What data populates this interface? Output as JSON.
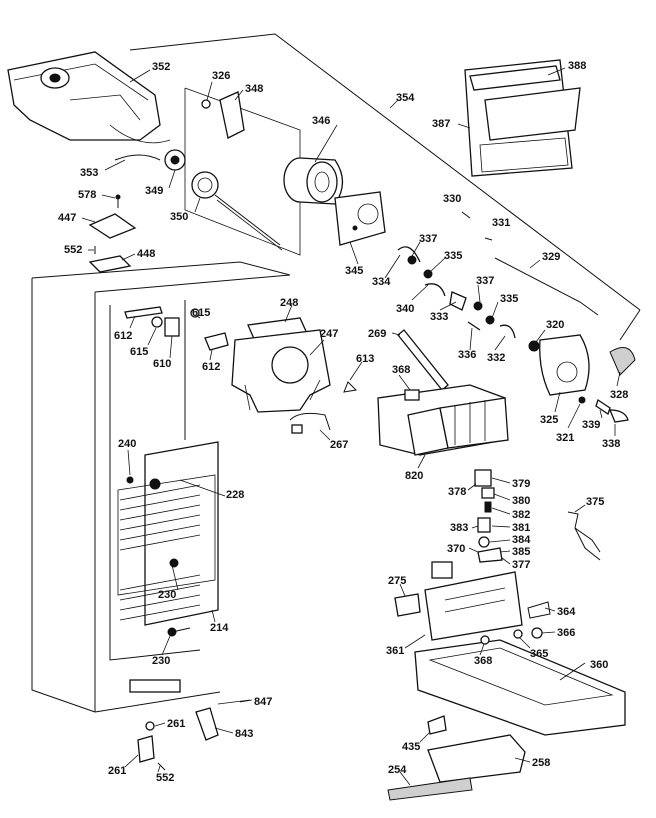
{
  "diagram": {
    "labels": [
      {
        "id": "352",
        "text": "352"
      },
      {
        "id": "326",
        "text": "326"
      },
      {
        "id": "348",
        "text": "348"
      },
      {
        "id": "346",
        "text": "346"
      },
      {
        "id": "354",
        "text": "354"
      },
      {
        "id": "388",
        "text": "388"
      },
      {
        "id": "387",
        "text": "387"
      },
      {
        "id": "353",
        "text": "353"
      },
      {
        "id": "349",
        "text": "349"
      },
      {
        "id": "350",
        "text": "350"
      },
      {
        "id": "578",
        "text": "578"
      },
      {
        "id": "447",
        "text": "447"
      },
      {
        "id": "552a",
        "text": "552"
      },
      {
        "id": "448",
        "text": "448"
      },
      {
        "id": "330",
        "text": "330"
      },
      {
        "id": "331",
        "text": "331"
      },
      {
        "id": "345",
        "text": "345"
      },
      {
        "id": "337a",
        "text": "337"
      },
      {
        "id": "335a",
        "text": "335"
      },
      {
        "id": "329",
        "text": "329"
      },
      {
        "id": "334",
        "text": "334"
      },
      {
        "id": "340",
        "text": "340"
      },
      {
        "id": "333",
        "text": "333"
      },
      {
        "id": "337b",
        "text": "337"
      },
      {
        "id": "335b",
        "text": "335"
      },
      {
        "id": "336",
        "text": "336"
      },
      {
        "id": "332",
        "text": "332"
      },
      {
        "id": "320",
        "text": "320"
      },
      {
        "id": "248",
        "text": "248"
      },
      {
        "id": "612a",
        "text": "612"
      },
      {
        "id": "615a",
        "text": "615"
      },
      {
        "id": "615b",
        "text": "615"
      },
      {
        "id": "610",
        "text": "610"
      },
      {
        "id": "612b",
        "text": "612"
      },
      {
        "id": "247",
        "text": "247"
      },
      {
        "id": "269",
        "text": "269"
      },
      {
        "id": "613",
        "text": "613"
      },
      {
        "id": "368a",
        "text": "368"
      },
      {
        "id": "328",
        "text": "328"
      },
      {
        "id": "325",
        "text": "325"
      },
      {
        "id": "321",
        "text": "321"
      },
      {
        "id": "339",
        "text": "339"
      },
      {
        "id": "338",
        "text": "338"
      },
      {
        "id": "267",
        "text": "267"
      },
      {
        "id": "240",
        "text": "240"
      },
      {
        "id": "228",
        "text": "228"
      },
      {
        "id": "820",
        "text": "820"
      },
      {
        "id": "378",
        "text": "378"
      },
      {
        "id": "379",
        "text": "379"
      },
      {
        "id": "380",
        "text": "380"
      },
      {
        "id": "382",
        "text": "382"
      },
      {
        "id": "375",
        "text": "375"
      },
      {
        "id": "383",
        "text": "383"
      },
      {
        "id": "381",
        "text": "381"
      },
      {
        "id": "384",
        "text": "384"
      },
      {
        "id": "370",
        "text": "370"
      },
      {
        "id": "385",
        "text": "385"
      },
      {
        "id": "377",
        "text": "377"
      },
      {
        "id": "275",
        "text": "275"
      },
      {
        "id": "230a",
        "text": "230"
      },
      {
        "id": "214",
        "text": "214"
      },
      {
        "id": "364",
        "text": "364"
      },
      {
        "id": "230b",
        "text": "230"
      },
      {
        "id": "366",
        "text": "366"
      },
      {
        "id": "361",
        "text": "361"
      },
      {
        "id": "368b",
        "text": "368"
      },
      {
        "id": "365",
        "text": "365"
      },
      {
        "id": "360",
        "text": "360"
      },
      {
        "id": "847",
        "text": "847"
      },
      {
        "id": "261a",
        "text": "261"
      },
      {
        "id": "843",
        "text": "843"
      },
      {
        "id": "435",
        "text": "435"
      },
      {
        "id": "261b",
        "text": "261"
      },
      {
        "id": "552b",
        "text": "552"
      },
      {
        "id": "258",
        "text": "258"
      },
      {
        "id": "254",
        "text": "254"
      }
    ]
  }
}
